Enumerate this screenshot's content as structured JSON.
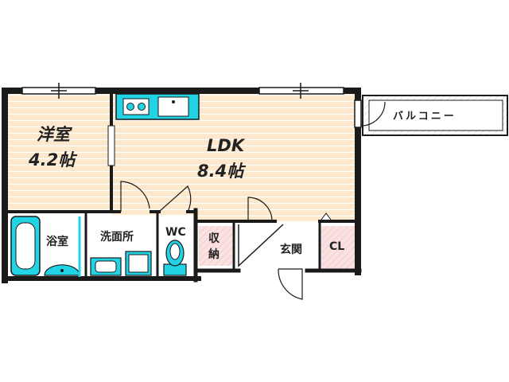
{
  "rooms": {
    "western_room": {
      "name": "洋室",
      "size": "4.2帖"
    },
    "ldk": {
      "name": "LDK",
      "size": "8.4帖"
    },
    "bath": {
      "name": "浴室"
    },
    "washroom": {
      "name": "洗面所"
    },
    "toilet": {
      "name": "WC"
    },
    "storage": {
      "line1": "収",
      "line2": "納"
    },
    "entrance": {
      "name": "玄関"
    },
    "closet": {
      "name": "CL"
    },
    "balcony": {
      "name": "バルコニー"
    }
  },
  "colors": {
    "floor_wood": "#fce8cc",
    "floor_wood_line": "#ffffff",
    "wet_area": "#ffffff",
    "fixture_cyan": "#22d3e6",
    "storage_pink": "#fbe2e2",
    "wall": "#1a1a1a",
    "balcony_fill": "#e6e6e6"
  }
}
